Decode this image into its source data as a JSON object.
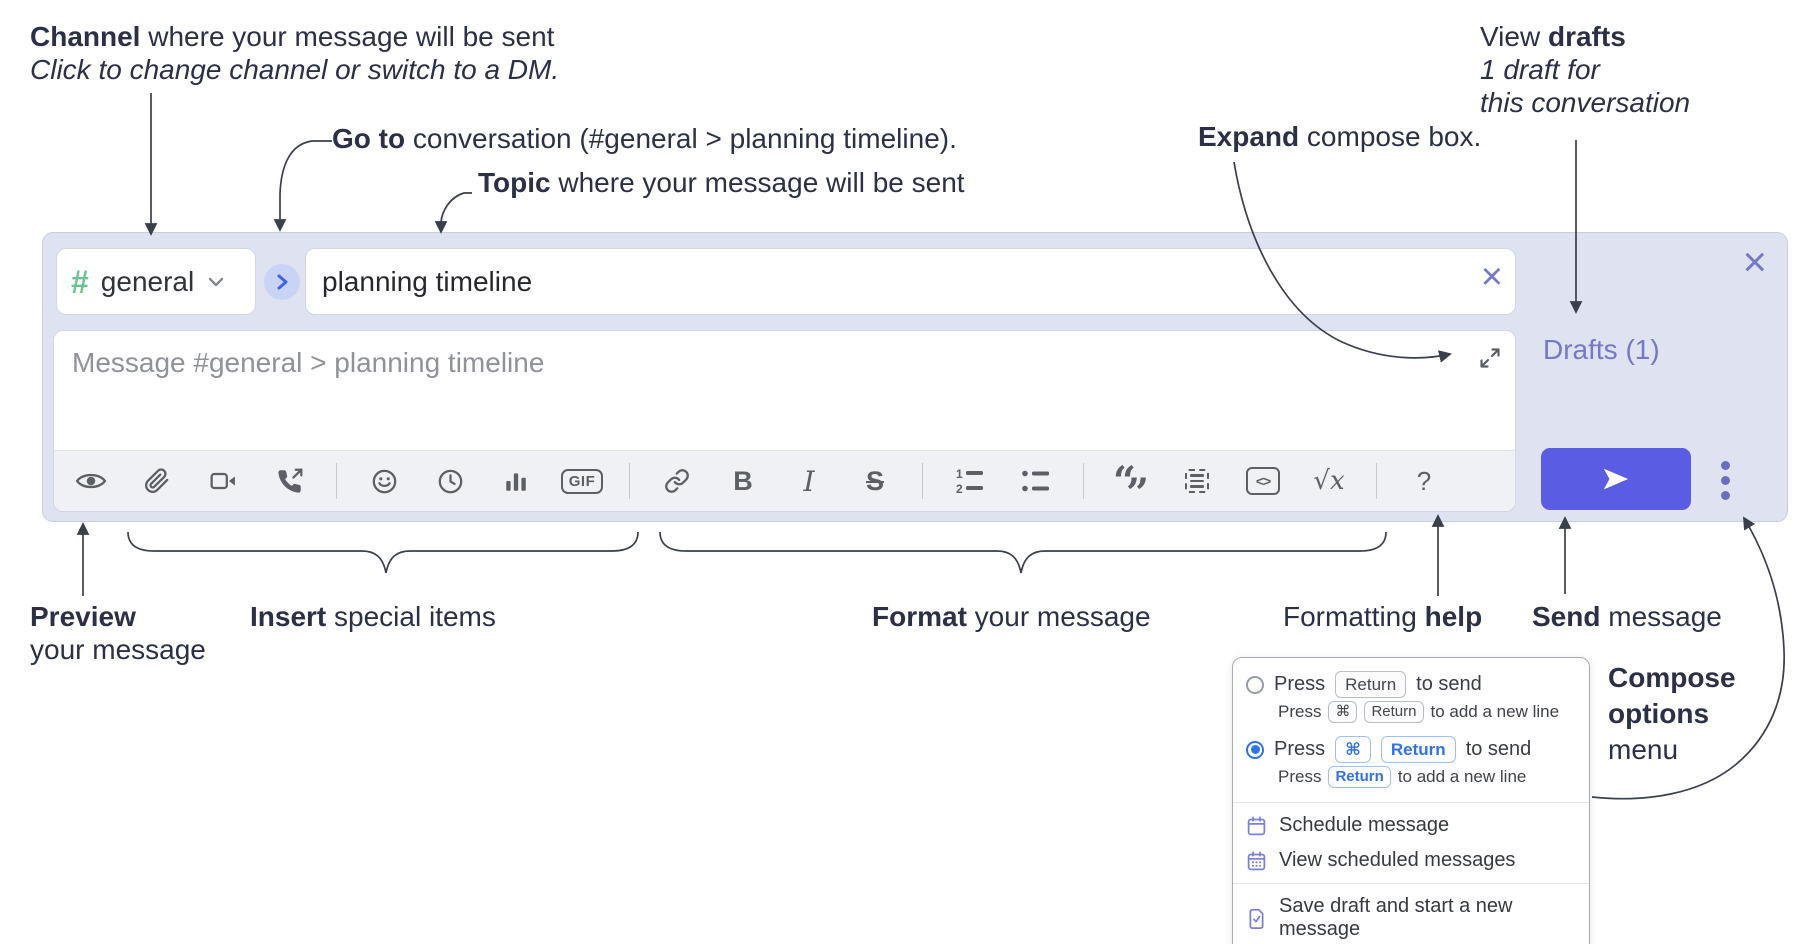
{
  "annotations": {
    "channel": {
      "bold": "Channel",
      "text": " where your message will be sent",
      "sub": "Click to change channel or switch to a DM."
    },
    "goto": {
      "bold": "Go to",
      "text": " conversation (#general > planning timeline)."
    },
    "topic": {
      "bold": "Topic",
      "text": " where your message will be sent"
    },
    "expand": {
      "bold": "Expand",
      "text": " compose box."
    },
    "drafts": {
      "pre": "View ",
      "bold": "drafts",
      "sub1": "1 draft for",
      "sub2": "this conversation"
    },
    "preview": {
      "bold": "Preview",
      "line2": "your message"
    },
    "insert": {
      "bold": "Insert",
      "text": " special items"
    },
    "format": {
      "bold": "Format",
      "text": " your message"
    },
    "help": {
      "pre": "Formatting ",
      "bold": "help"
    },
    "send": {
      "bold": "Send",
      "text": " message"
    },
    "compose_options": {
      "bold1": "Compose",
      "bold2": "options",
      "text": "menu"
    }
  },
  "compose": {
    "channel_hash": "#",
    "channel_name": "general",
    "topic_value": "planning timeline",
    "message_placeholder": "Message #general > planning timeline",
    "drafts_label": "Drafts (1)",
    "toolbar": {
      "gif": "GIF",
      "bold": "B",
      "italic": "I",
      "strike": "S",
      "math": "√x",
      "help": "?",
      "quote_open": "“",
      "quote_close": "”",
      "ol_1": "1",
      "ol_2": "2",
      "code": "<>"
    }
  },
  "popup": {
    "option1": {
      "press": "Press",
      "key": "Return",
      "suffix": "to send",
      "sub_press": "Press",
      "sub_key1": "⌘",
      "sub_key2": "Return",
      "sub_suffix": "to add a new line"
    },
    "option2": {
      "press": "Press",
      "key1": "⌘",
      "key2": "Return",
      "suffix": "to send",
      "sub_press": "Press",
      "sub_key": "Return",
      "sub_suffix": "to add a new line"
    },
    "items": [
      {
        "label": "Schedule message"
      },
      {
        "label": "View scheduled messages"
      },
      {
        "label": "Save draft and start a new message"
      }
    ]
  },
  "colors": {
    "accent_purple": "#7478c6",
    "send_blue": "#5a5ce4",
    "hash_green": "#6cc493",
    "panel_bg": "#dfe2f1",
    "key_blue": "#2d72e8"
  }
}
